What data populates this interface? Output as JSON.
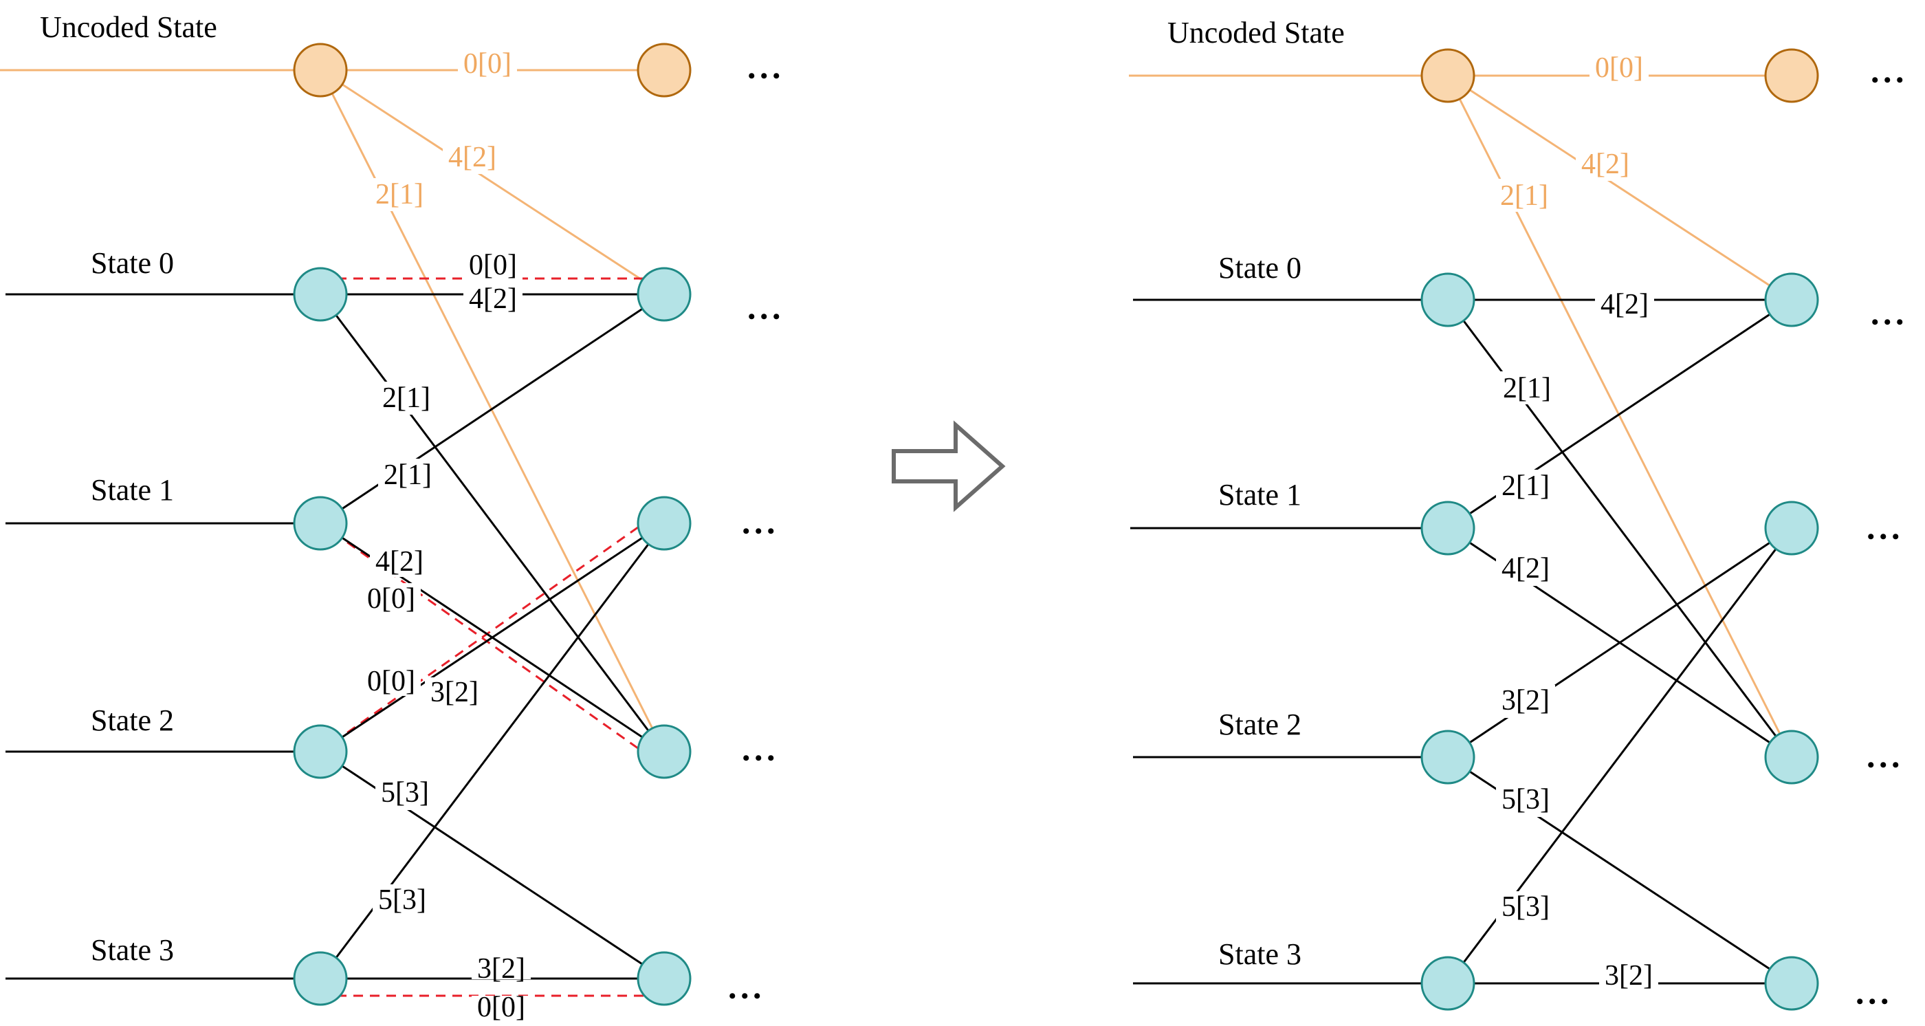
{
  "colors": {
    "uncoded_edge": "#f4b475",
    "uncoded_label": "#f0a860",
    "uncoded_node_fill": "#fad7ae",
    "uncoded_node_stroke": "#b0680e",
    "state_node_fill": "#b4e3e6",
    "state_node_stroke": "#1f8a86",
    "edge": "#000000",
    "dashed": "#e8202a",
    "arrow_stroke": "#6b6b6b"
  },
  "ellipsis": "• • •",
  "arrow": {
    "icon": "right-arrow-outline-icon"
  },
  "diagrams": [
    {
      "id": "before",
      "state_labels": {
        "uncoded": "Uncoded State",
        "s0": "State 0",
        "s1": "State 1",
        "s2": "State 2",
        "s3": "State 3"
      },
      "edge_labels": {
        "u_u": "0[0]",
        "u_s0": "4[2]",
        "u_s2": "2[1]",
        "s0_s0_dashed": "0[0]",
        "s0_s0": "4[2]",
        "s0_s2": "2[1]",
        "s1_s0": "2[1]",
        "s1_s2": "4[2]",
        "s1_s2_dashed": "0[0]",
        "s2_s1_dashed": "0[0]",
        "s2_s1": "3[2]",
        "s2_s3": "5[3]",
        "s3_s1": "5[3]",
        "s3_s3": "3[2]",
        "s3_s3_dashed": "0[0]"
      }
    },
    {
      "id": "after",
      "state_labels": {
        "uncoded": "Uncoded State",
        "s0": "State 0",
        "s1": "State 1",
        "s2": "State 2",
        "s3": "State 3"
      },
      "edge_labels": {
        "u_u": "0[0]",
        "u_s0": "4[2]",
        "u_s2": "2[1]",
        "s0_s0": "4[2]",
        "s0_s2": "2[1]",
        "s1_s0": "2[1]",
        "s1_s2": "4[2]",
        "s2_s1": "3[2]",
        "s2_s3": "5[3]",
        "s3_s1": "5[3]",
        "s3_s3": "3[2]"
      }
    }
  ]
}
